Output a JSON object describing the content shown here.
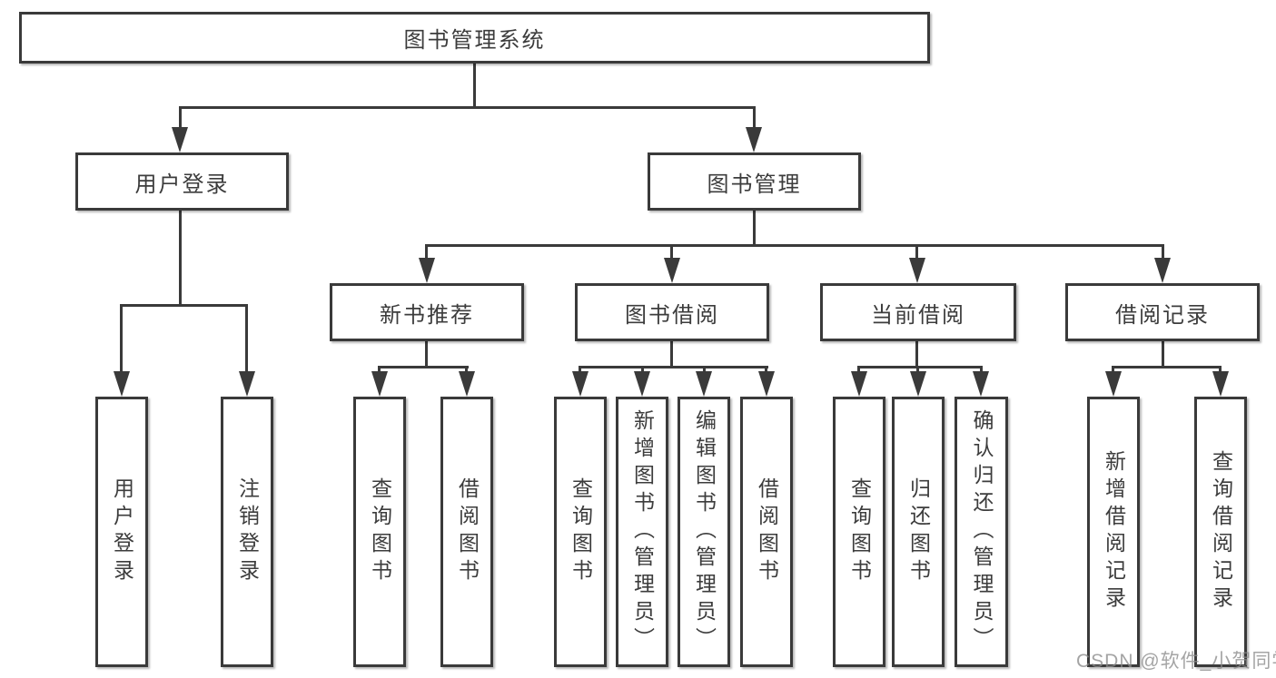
{
  "diagram": {
    "type": "hierarchy-tree",
    "colors": {
      "line": "#3a3a3a",
      "box_border": "#3a3a3a",
      "box_fill": "#ffffff",
      "text": "#3c3c3c",
      "watermark": "#8a8a8a"
    },
    "nodes": {
      "root": "图书管理系统",
      "user_login": "用户登录",
      "book_management": "图书管理",
      "new_book_recommend": "新书推荐",
      "book_borrowing": "图书借阅",
      "current_borrowing": "当前借阅",
      "borrowing_records": "借阅记录"
    },
    "leaves": {
      "login": "用户登录",
      "logout": "注销登录",
      "recommend_query_books": "查询图书",
      "recommend_borrow_books": "借阅图书",
      "borrowing_query_books": "查询图书",
      "borrowing_add_books": "新增图书（管理员）",
      "borrowing_edit_books": "编辑图书（管理员）",
      "borrowing_borrow_books": "借阅图书",
      "current_query_books": "查询图书",
      "current_return_books": "归还图书",
      "current_confirm_return": "确认归还（管理员）",
      "records_add_record": "新增借阅记录",
      "records_query_record": "查询借阅记录"
    },
    "watermark": "CSDN @软件_小贺同学"
  }
}
